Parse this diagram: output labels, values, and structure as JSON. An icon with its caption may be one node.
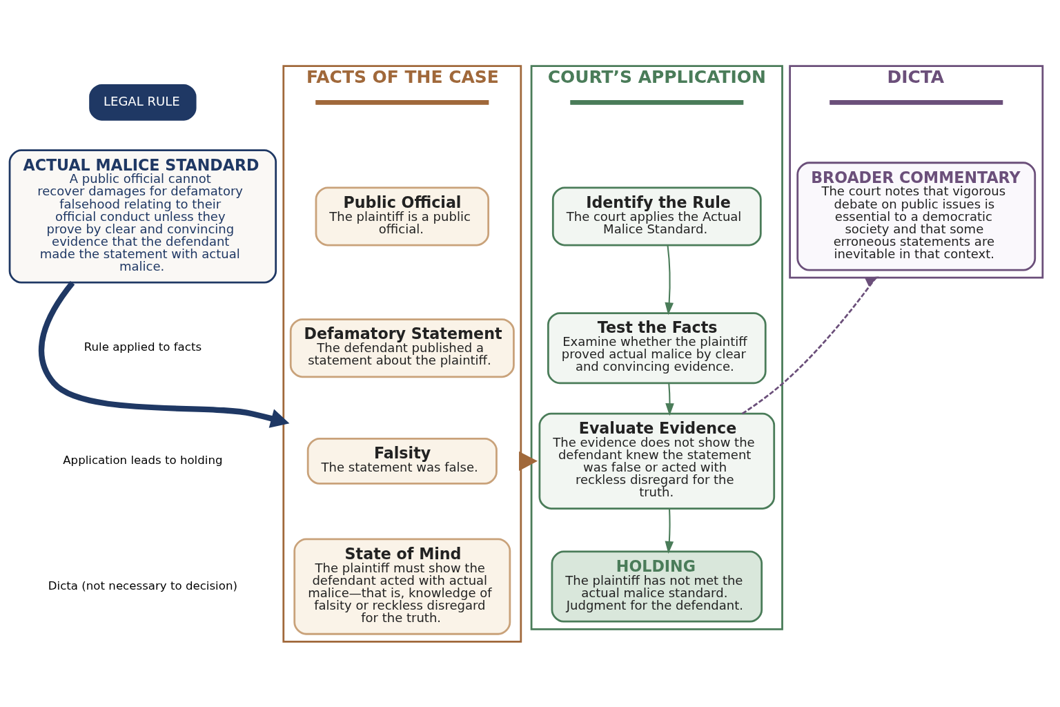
{
  "diagram": {
    "nodes": [
      {
        "text": [
          "LEGAL RULE"
        ]
      },
      {
        "text": [
          "ACTUAL MALICE STANDARD",
          "A public official cannot recover damages for defamatory falsehood relating to their official conduct unless they prove by clear and convincing evidence that the defendant made the statement with actual malice."
        ]
      },
      {
        "text": [
          "FACTS OF THE CASE"
        ]
      },
      {
        "text": [
          "Public Official",
          "The plaintiff is a public official."
        ],
        "in": 2
      },
      {
        "text": [
          "Defamatory Statement",
          "The defendant published a statement about the plaintiff."
        ],
        "in": 2
      },
      {
        "text": [
          "Falsity",
          "The statement was false."
        ],
        "in": 2
      },
      {
        "text": [
          "State of Mind",
          "The plaintiff must show the defendant acted with actual malice—that is, knowledge of falsity or reckless disregard for the truth."
        ],
        "in": 2
      },
      {
        "text": [
          "COURT’S APPLICATION"
        ]
      },
      {
        "text": [
          "Identify the Rule",
          "The court applies the Actual Malice Standard."
        ],
        "in": 7
      },
      {
        "text": [
          "Test the Facts",
          "Examine whether the plaintiff proved actual malice by clear and convincing evidence."
        ],
        "in": 7
      },
      {
        "text": [
          "Evaluate Evidence",
          "The evidence does not show the defendant knew the statement was false or acted with reckless disregard for the truth."
        ],
        "in": 7
      },
      {
        "text": [
          "HOLDING",
          "The plaintiff has not met the actual malice standard. Judgment for the defendant."
        ],
        "in": 7
      },
      {
        "text": [
          "DICTA"
        ]
      },
      {
        "text": [
          "BROADER COMMENTARY",
          "The court notes that vigorous debate on public issues is essential to a democratic society and that some erroneous statements are inevitable in that context."
        ],
        "in": 12
      }
    ],
    "edges": [
      {
        "from": 1,
        "to": 2,
        "arrow": "to",
        "style": "thick",
        "color": "#1f3864"
      },
      {
        "from": 2,
        "to": 7,
        "arrow": "to",
        "style": "thick",
        "color": "#a0683a"
      },
      {
        "from": 8,
        "to": 9,
        "arrow": "to"
      },
      {
        "from": 9,
        "to": 10,
        "arrow": "to"
      },
      {
        "from": 10,
        "to": 11,
        "arrow": "to"
      },
      {
        "from": 10,
        "to": 12,
        "arrow": "to",
        "style": "dashed",
        "color": "#6b4f7a"
      }
    ],
    "legend": [
      {
        "text": "Rule applied to facts"
      },
      {
        "text": "Application leads to holding"
      },
      {
        "text": "Dicta (not necessary to decision)"
      }
    ]
  }
}
